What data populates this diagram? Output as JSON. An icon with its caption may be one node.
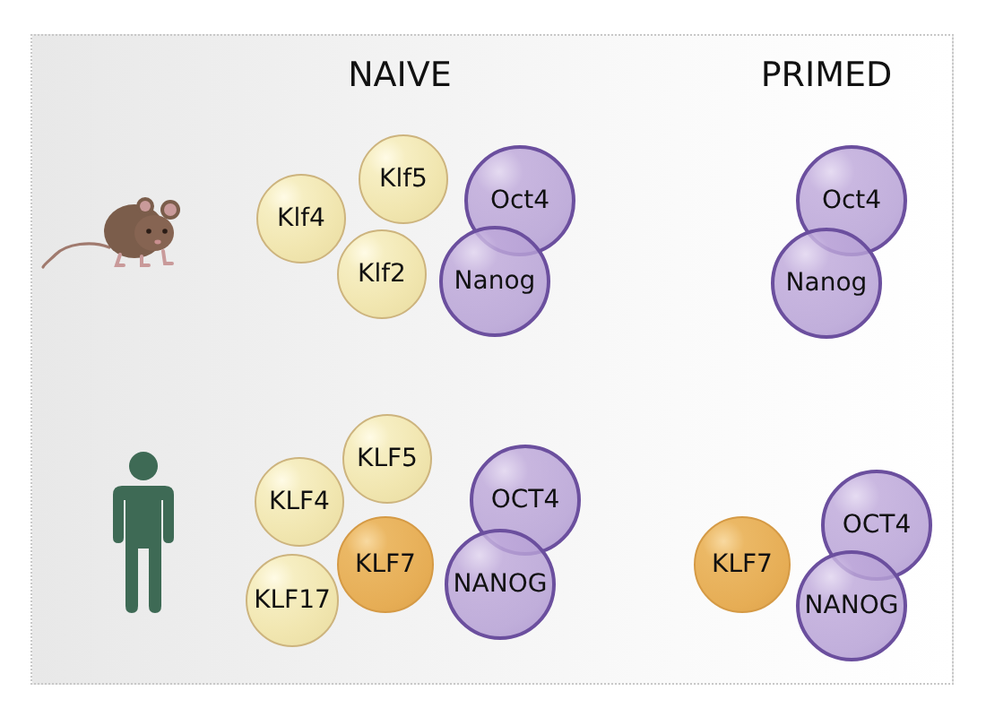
{
  "diagram": {
    "nodes": [
      {
        "text": [
          "Klf4"
        ]
      },
      {
        "text": [
          "Klf5"
        ]
      },
      {
        "text": [
          "Klf2"
        ]
      },
      {
        "text": [
          "Oct4"
        ]
      },
      {
        "text": [
          "Nanog"
        ]
      },
      {
        "text": [
          "Oct4"
        ]
      },
      {
        "text": [
          "Nanog"
        ]
      },
      {
        "text": [
          "KLF4"
        ]
      },
      {
        "text": [
          "KLF5"
        ]
      },
      {
        "text": [
          "KLF7"
        ]
      },
      {
        "text": [
          "KLF17"
        ]
      },
      {
        "text": [
          "OCT4"
        ]
      },
      {
        "text": [
          "NANOG"
        ]
      },
      {
        "text": [
          "KLF7"
        ]
      },
      {
        "text": [
          "OCT4"
        ]
      },
      {
        "text": [
          "NANOG"
        ]
      }
    ],
    "labels": [
      "NAIVE",
      "PRIMED"
    ]
  }
}
